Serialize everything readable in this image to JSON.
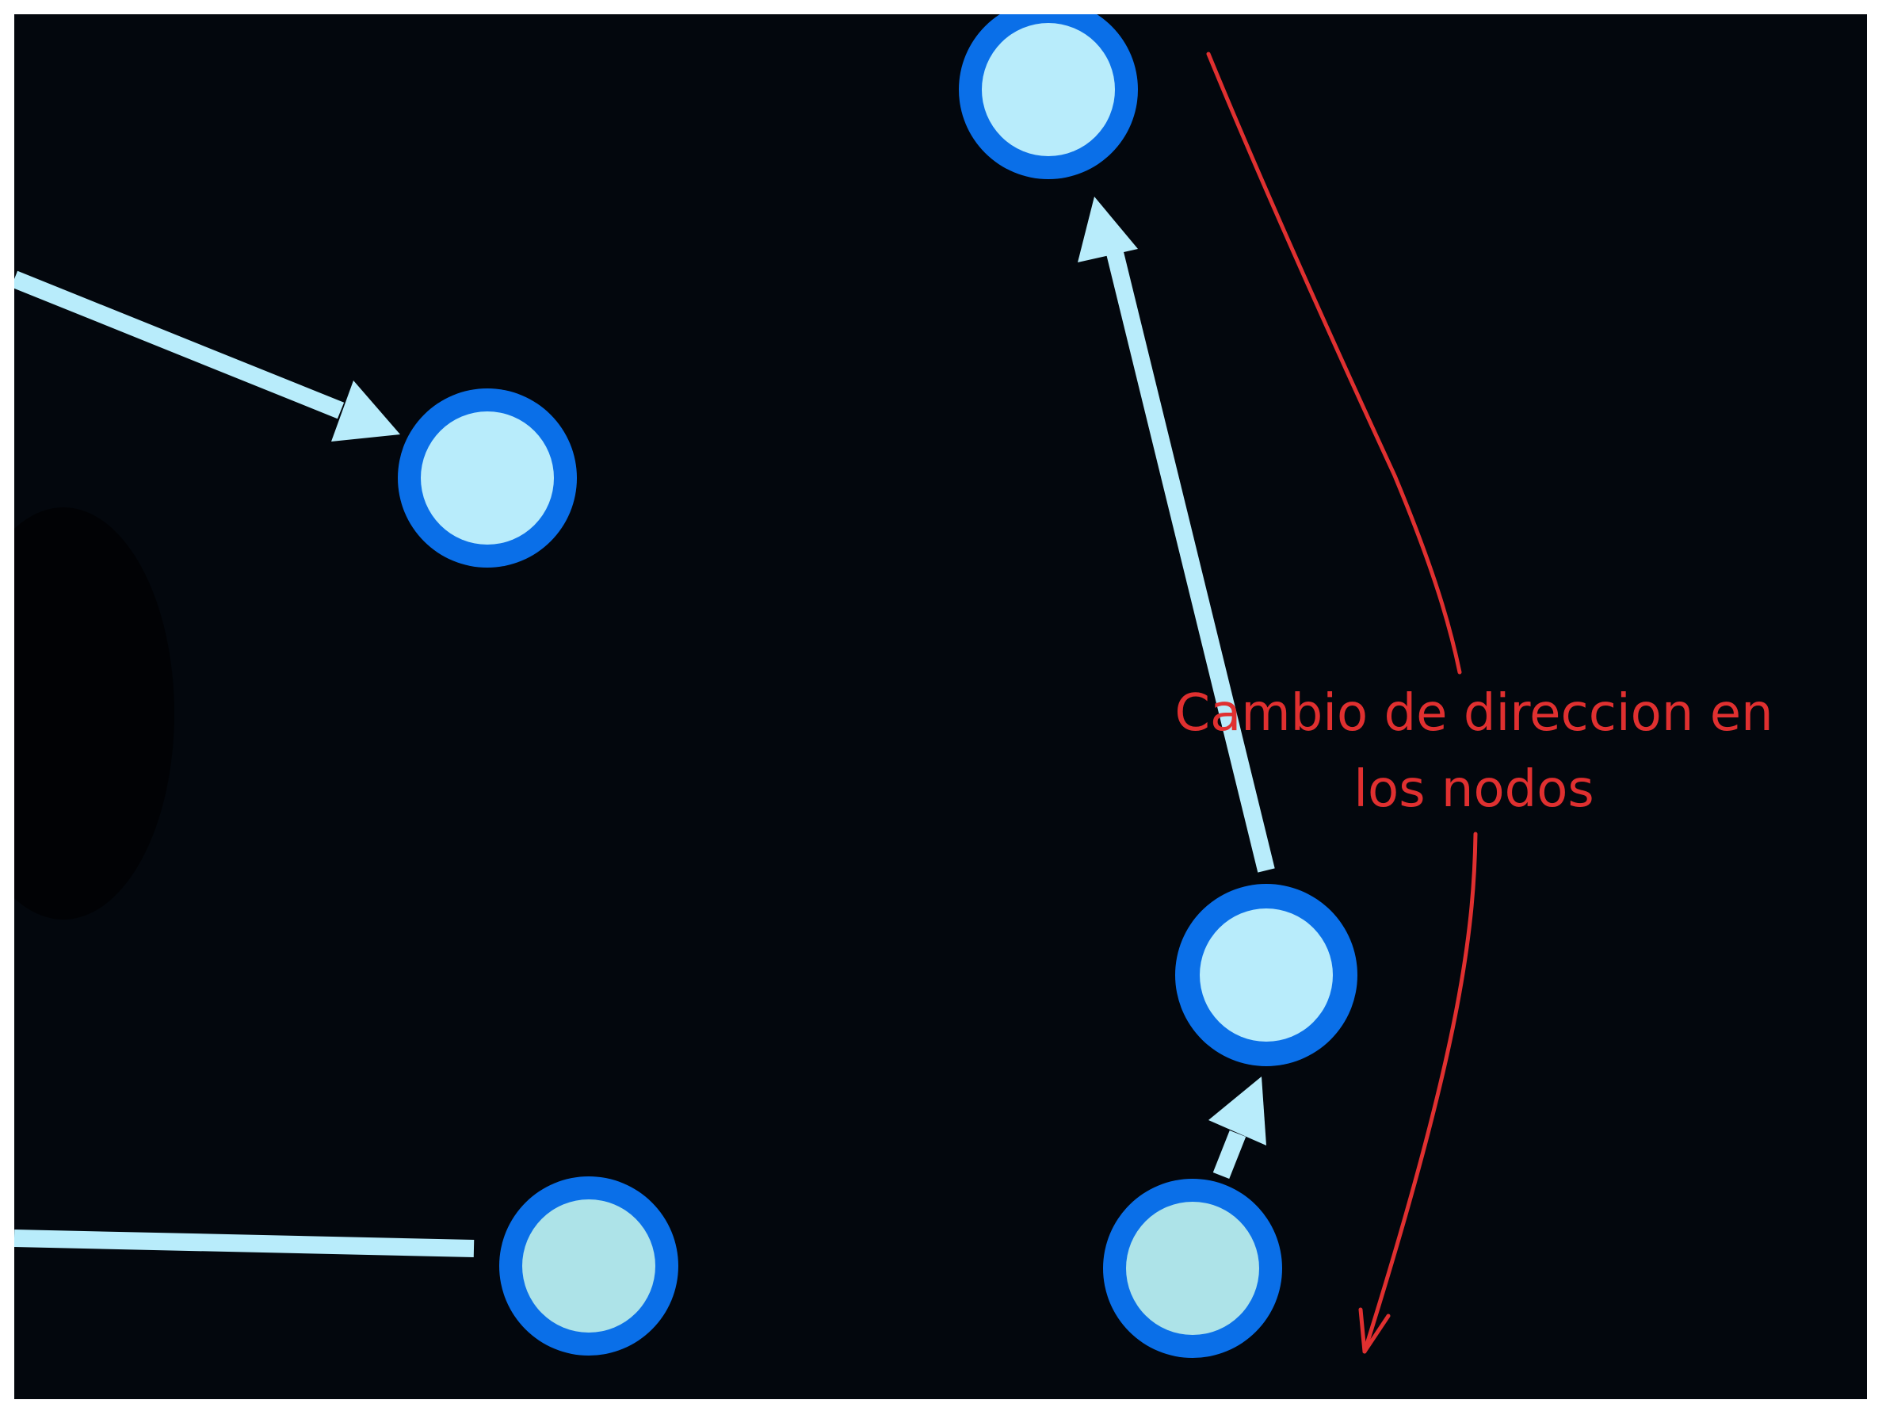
{
  "annotation": {
    "text": "Cambio de direccion en los nodos",
    "color": "#e03030"
  },
  "colors": {
    "background": "#03070d",
    "node_ring": "#0a6fe8",
    "node_fill": "#b8ecfb",
    "node_fill_bottom": "#ade3e8",
    "edge": "#b8ecfb"
  },
  "diagram": {
    "nodes": [
      {
        "id": "node-top"
      },
      {
        "id": "node-left"
      },
      {
        "id": "node-right-middle"
      },
      {
        "id": "node-bottom-center"
      },
      {
        "id": "node-bottom-right"
      }
    ],
    "edges": [
      {
        "id": "edge-into-left",
        "from": "offscreen-left",
        "to": "node-left",
        "arrow": true
      },
      {
        "id": "edge-right-middle-to-top",
        "from": "node-right-middle",
        "to": "node-top",
        "arrow": true
      },
      {
        "id": "edge-bottom-right-to-right-middle",
        "from": "node-bottom-right",
        "to": "node-right-middle",
        "arrow": true
      },
      {
        "id": "edge-into-bottom-center",
        "from": "offscreen-left",
        "to": "node-bottom-center",
        "arrow": false
      }
    ]
  }
}
